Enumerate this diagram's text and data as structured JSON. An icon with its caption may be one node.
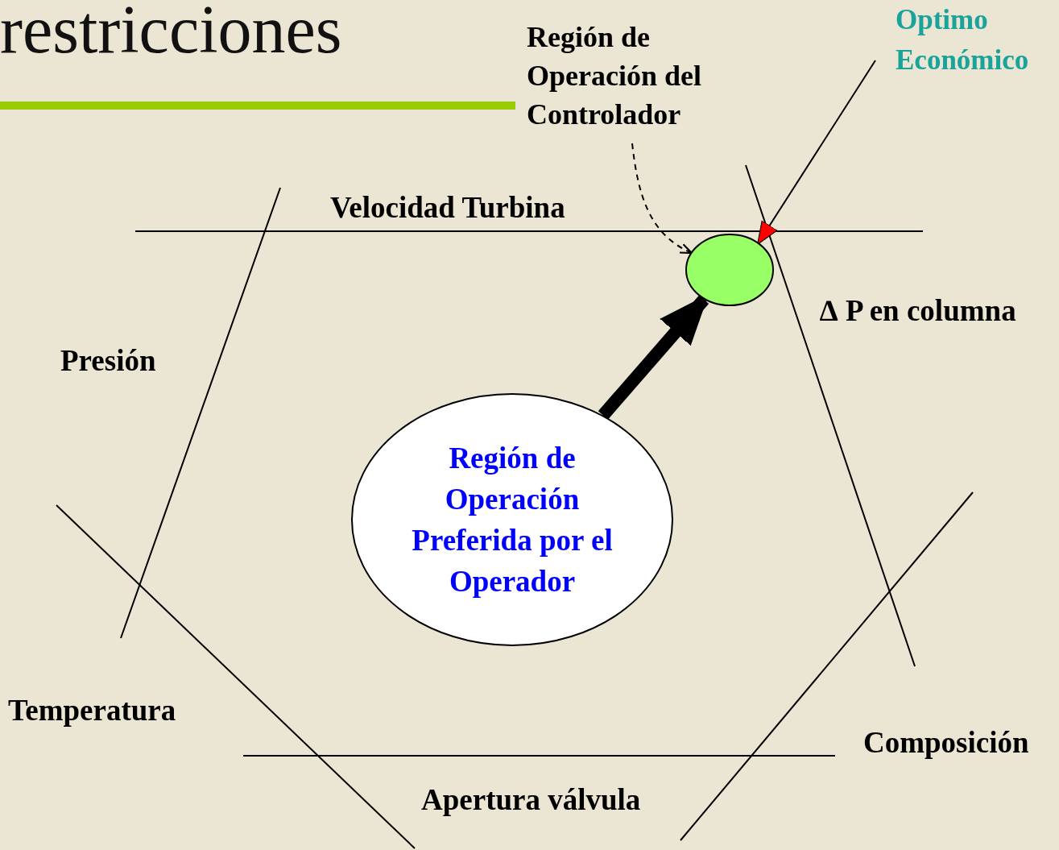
{
  "diagram": {
    "title": "restricciones",
    "nodes": [
      {
        "text": [
          "Región de Operación del Controlador"
        ]
      },
      {
        "text": [
          "Optimo Económico"
        ]
      },
      {
        "text": [],
        "shape": "circle"
      },
      {
        "text": [
          "Región de Operación Preferida por el Operador"
        ]
      }
    ],
    "edges": [
      {
        "from": 0,
        "to": 2,
        "arrow": "to",
        "style": "dashed"
      },
      {
        "from": 1,
        "to": 2,
        "arrow": "to"
      },
      {
        "from": 3,
        "to": 2,
        "arrow": "to",
        "style": "thick"
      }
    ],
    "labels": [
      "Velocidad Turbina",
      "∆ P en columna",
      "Presión",
      "Temperatura",
      "Composición",
      "Apertura válvula"
    ]
  }
}
